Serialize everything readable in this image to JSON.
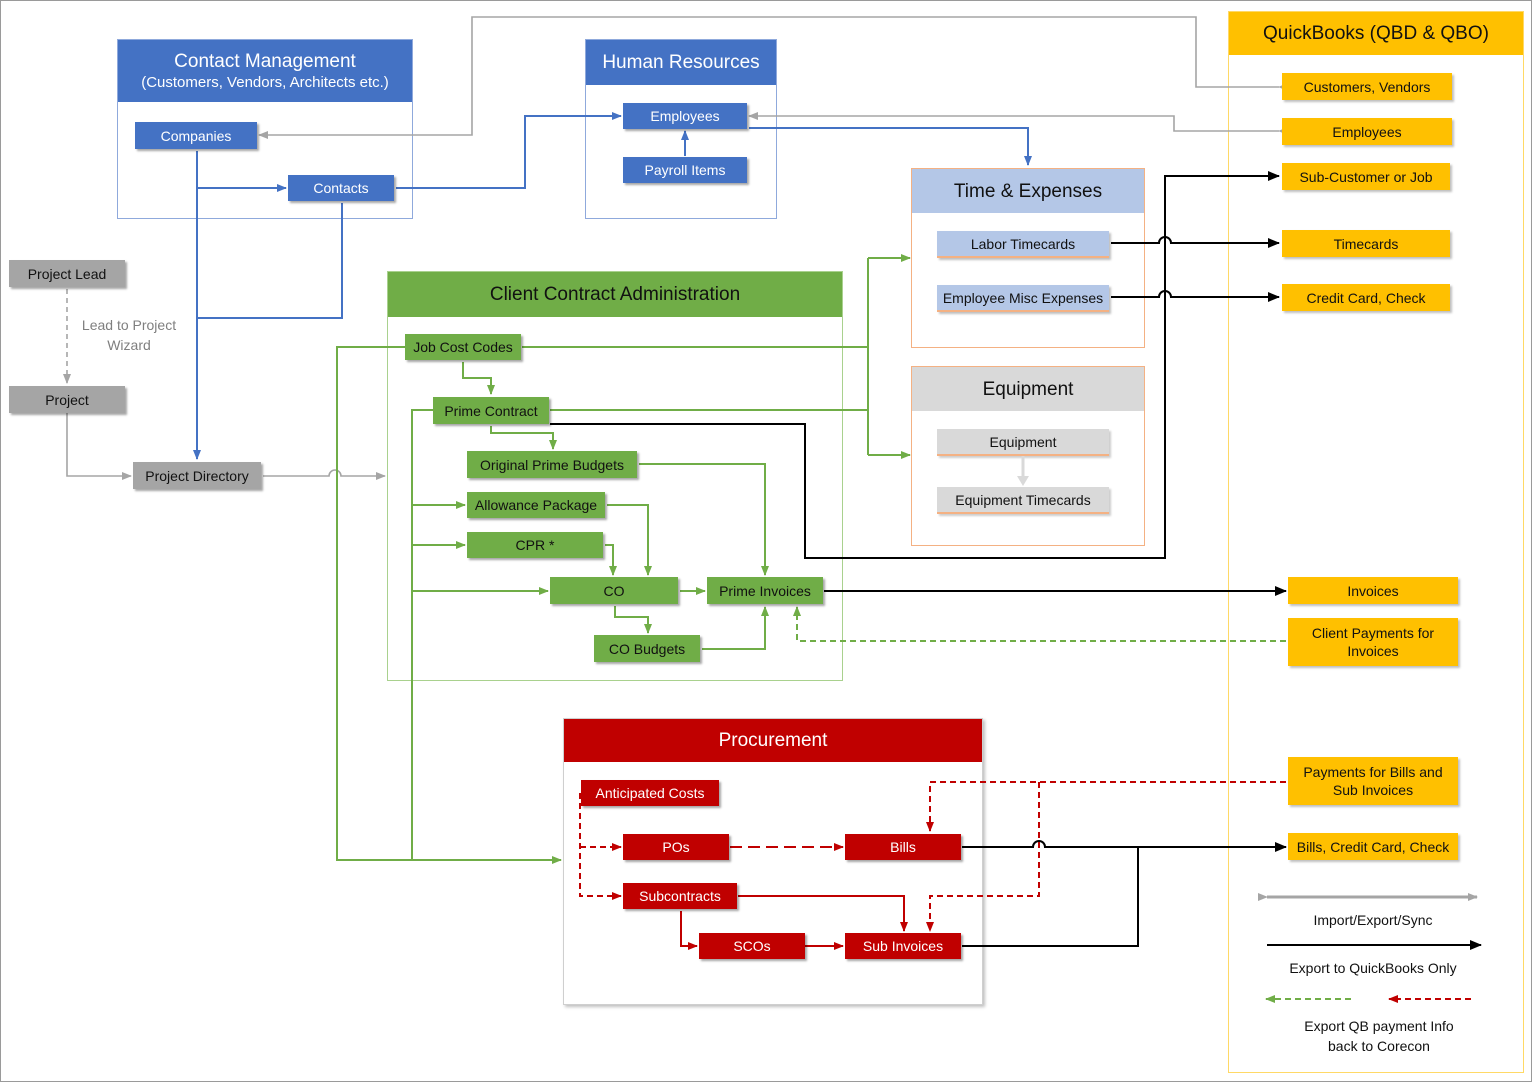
{
  "contact_management": {
    "title": "Contact Management",
    "subtitle": "(Customers, Vendors, Architects etc.)",
    "companies": "Companies",
    "contacts": "Contacts"
  },
  "human_resources": {
    "title": "Human Resources",
    "employees": "Employees",
    "payroll_items": "Payroll Items"
  },
  "time_expenses": {
    "title": "Time & Expenses",
    "labor_timecards": "Labor Timecards",
    "employee_misc_expenses": "Employee Misc Expenses"
  },
  "equipment": {
    "title": "Equipment",
    "equipment": "Equipment",
    "equipment_timecards": "Equipment Timecards"
  },
  "project": {
    "lead": "Project Lead",
    "wizard_label": "Lead to Project Wizard",
    "project": "Project",
    "directory": "Project Directory"
  },
  "client_contract": {
    "title": "Client Contract Administration",
    "job_cost_codes": "Job Cost Codes",
    "prime_contract": "Prime Contract",
    "original_prime_budgets": "Original Prime Budgets",
    "allowance_package": "Allowance Package",
    "cpr": "CPR *",
    "co": "CO",
    "prime_invoices": "Prime Invoices",
    "co_budgets": "CO Budgets"
  },
  "procurement": {
    "title": "Procurement",
    "anticipated_costs": "Anticipated Costs",
    "pos": "POs",
    "bills": "Bills",
    "subcontracts": "Subcontracts",
    "scos": "SCOs",
    "sub_invoices": "Sub Invoices"
  },
  "quickbooks": {
    "title": "QuickBooks (QBD & QBO)",
    "customers_vendors": "Customers, Vendors",
    "employees": "Employees",
    "sub_customer": "Sub-Customer or Job",
    "timecards": "Timecards",
    "credit_card_check": "Credit Card, Check",
    "invoices": "Invoices",
    "client_payments": "Client Payments for Invoices",
    "payments_bills": "Payments for Bills and Sub Invoices",
    "bills_credit_check": "Bills, Credit Card, Check"
  },
  "legend": {
    "sync": "Import/Export/Sync",
    "export_only": "Export to QuickBooks Only",
    "payment_back": "Export QB payment Info back to Corecon"
  },
  "colors": {
    "blue": "#4472c4",
    "green": "#70ad47",
    "red": "#c00000",
    "gray": "#a5a5a5",
    "orange": "#ffc000",
    "black": "#000000"
  }
}
